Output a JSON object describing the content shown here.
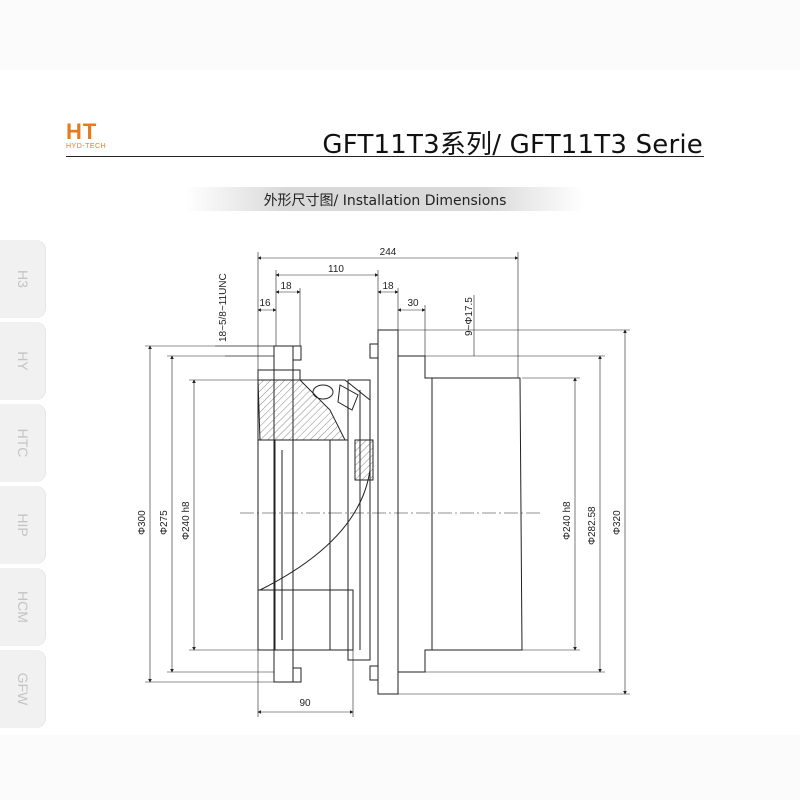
{
  "header": {
    "logo_text": "HT",
    "logo_sub": "HYD-TECH",
    "title": "GFT11T3系列/ GFT11T3 Serie"
  },
  "section": {
    "label": "外形尺寸图/ Installation Dimensions"
  },
  "side_tabs": [
    {
      "label": "H3"
    },
    {
      "label": "HY"
    },
    {
      "label": "HTC"
    },
    {
      "label": "HIP"
    },
    {
      "label": "HCM"
    },
    {
      "label": "GFW"
    }
  ],
  "dimensions": {
    "overall_length": "244",
    "length_110": "110",
    "length_18_left": "18",
    "length_18_right": "18",
    "length_16": "16",
    "length_30": "30",
    "length_90": "90",
    "thread_callout": "18~5/8~11UNC",
    "hole_callout": "9~Φ17.5",
    "dia_300": "Φ300",
    "dia_275": "Φ275",
    "dia_240_left": "Φ240 h8",
    "dia_240_right": "Φ240 h8",
    "dia_282": "Φ282.58",
    "dia_320": "Φ320"
  },
  "colors": {
    "brand": "#e57a1e",
    "tab_bg": "#f1f1f1",
    "tab_text": "#c4c4c4",
    "line": "#222222"
  }
}
